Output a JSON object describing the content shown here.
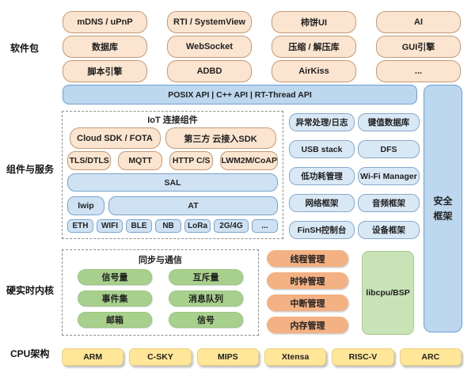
{
  "palette": {
    "peach_fill": "#fbe5d0",
    "peach_border": "#c49a77",
    "blue_bar_fill": "#bdd7ee",
    "blue_bar_border": "#6d9ed3",
    "light_blue_fill": "#cfe2f3",
    "light_blue_border": "#7aa3cc",
    "service_fill": "#d9e8f5",
    "service_border": "#87a9cb",
    "green_fill": "#a8d08d",
    "libcpu_fill": "#c9e3b6",
    "orange_fill": "#f4b183",
    "yellow_fill": "#ffe699",
    "dashed_border": "#8c8c8c",
    "text": "#1f1f1f"
  },
  "side_labels": {
    "software": "软件包",
    "components": "组件与服务",
    "kernel": "硬实时内核",
    "cpu": "CPU架构"
  },
  "software_packages": {
    "rows": [
      [
        "mDNS / uPnP",
        "RTI / SystemView",
        "柿饼UI",
        "AI"
      ],
      [
        "数据库",
        "WebSocket",
        "压缩 / 解压库",
        "GUI引擎"
      ],
      [
        "脚本引擎",
        "ADBD",
        "AirKiss",
        "..."
      ]
    ]
  },
  "api_bar": {
    "label": "POSIX API  |  C++ API  |  RT-Thread API"
  },
  "security_frame": {
    "line1": "安全",
    "line2": "框架"
  },
  "iot": {
    "title": "IoT 连接组件",
    "sdk_row": [
      "Cloud SDK / FOTA",
      "第三方 云接入SDK"
    ],
    "proto_row": [
      "TLS/DTLS",
      "MQTT",
      "HTTP C/S",
      "LWM2M/CoAP"
    ],
    "sal": "SAL",
    "lwip": "lwip",
    "at": "AT",
    "link_row": [
      "ETH",
      "WIFI",
      "BLE",
      "NB",
      "LoRa",
      "2G/4G",
      "..."
    ]
  },
  "services": {
    "rows": [
      [
        "异常处理/日志",
        "键值数据库"
      ],
      [
        "USB stack",
        "DFS"
      ],
      [
        "低功耗管理",
        "Wi-Fi Manager"
      ],
      [
        "网络框架",
        "音频框架"
      ],
      [
        "FinSH控制台",
        "设备框架"
      ]
    ]
  },
  "sync": {
    "title": "同步与通信",
    "rows": [
      [
        "信号量",
        "互斥量"
      ],
      [
        "事件集",
        "消息队列"
      ],
      [
        "邮箱",
        "信号"
      ]
    ]
  },
  "kernel_mgmt": [
    "线程管理",
    "时钟管理",
    "中断管理",
    "内存管理"
  ],
  "libcpu": {
    "label": "libcpu/BSP"
  },
  "cpu_archs": [
    "ARM",
    "C-SKY",
    "MIPS",
    "Xtensa",
    "RISC-V",
    "ARC"
  ]
}
